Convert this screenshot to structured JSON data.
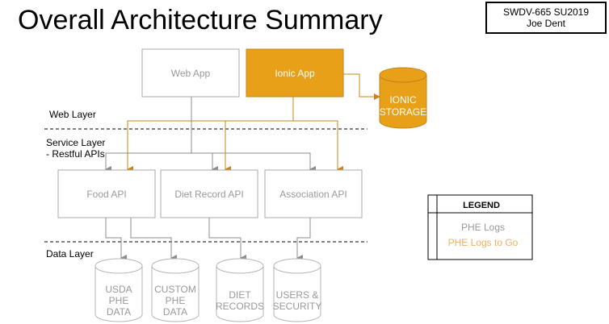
{
  "title": "Overall Architecture Summary",
  "course_box": {
    "line1": "SWDV-665 SU2019",
    "line2": "Joe Dent"
  },
  "web_app": "Web App",
  "ionic_app": "Ionic App",
  "ionic_storage": {
    "line1": "IONIC",
    "line2": "STORAGE"
  },
  "layers": {
    "web": "Web Layer",
    "service_line1": "Service Layer",
    "service_line2": "- Restful APIs",
    "data": "Data Layer"
  },
  "apis": {
    "food": "Food API",
    "diet_record": "Diet Record API",
    "association": "Association API"
  },
  "databases": {
    "usda": [
      "USDA",
      "PHE",
      "DATA"
    ],
    "custom": [
      "CUSTOM",
      "PHE",
      "DATA"
    ],
    "diet": [
      "DIET",
      "RECORDS"
    ],
    "users": [
      "USERS &",
      "SECURITY"
    ]
  },
  "legend": {
    "title": "LEGEND",
    "item1": "PHE Logs",
    "item2": "PHE Logs to Go"
  },
  "colors": {
    "orange": "#E8A019",
    "orange_line": "#C7841C",
    "gray_line": "#8c8c8c",
    "gray_text": "#999999",
    "legend_orange_text": "#F0B060"
  }
}
